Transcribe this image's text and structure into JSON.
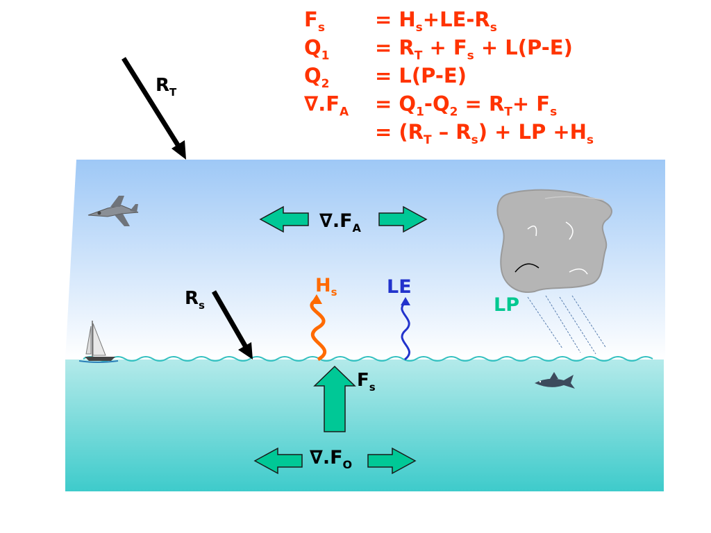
{
  "equations": [
    {
      "lhs": "F",
      "lhs_sub": "s",
      "rhs": [
        {
          "t": "= H"
        },
        {
          "t": "s",
          "sub": true
        },
        {
          "t": "+LE-R"
        },
        {
          "t": "s",
          "sub": true
        }
      ]
    },
    {
      "lhs": "Q",
      "lhs_sub": "1",
      "rhs": [
        {
          "t": "= R"
        },
        {
          "t": "T",
          "sub": true
        },
        {
          "t": " + F"
        },
        {
          "t": "s",
          "sub": true
        },
        {
          "t": " + L(P-E)"
        }
      ]
    },
    {
      "lhs": "Q",
      "lhs_sub": "2",
      "rhs": [
        {
          "t": "= L(P-E)"
        }
      ]
    },
    {
      "lhs": "∇.F",
      "lhs_sub": "A",
      "rhs": [
        {
          "t": "= Q"
        },
        {
          "t": "1",
          "sub": true
        },
        {
          "t": "-Q"
        },
        {
          "t": "2",
          "sub": true
        },
        {
          "t": " = R"
        },
        {
          "t": "T",
          "sub": true
        },
        {
          "t": "+ F"
        },
        {
          "t": "s",
          "sub": true
        }
      ]
    },
    {
      "lhs": "",
      "lhs_sub": "",
      "rhs": [
        {
          "t": "= (R"
        },
        {
          "t": "T",
          "sub": true
        },
        {
          "t": " – R"
        },
        {
          "t": "s",
          "sub": true
        },
        {
          "t": ") + LP +H"
        },
        {
          "t": "s",
          "sub": true
        }
      ]
    }
  ],
  "labels": {
    "rt": {
      "main": "R",
      "sub": "T"
    },
    "rs": {
      "main": "R",
      "sub": "s"
    },
    "hs": {
      "main": "H",
      "sub": "s"
    },
    "le": {
      "main": "LE"
    },
    "lp": {
      "main": "LP"
    },
    "fs": {
      "main": "F",
      "sub": "s"
    },
    "div_fa": {
      "main": "∇.F",
      "sub": "A"
    },
    "div_fo": {
      "main": "∇.F",
      "sub": "O"
    }
  },
  "colors": {
    "equation": "#ff3300",
    "arrow_green": "#00c896",
    "hs": "#ff6a00",
    "le": "#2233cc",
    "lp": "#00c890",
    "sky_top": "#9ec8f6",
    "sky_bottom": "#ffffff",
    "sea_top": "#b4eaea",
    "sea_bottom": "#3ecbcb",
    "cloud": "#b5b5b5"
  },
  "icons": [
    "jet-icon",
    "sailboat-icon",
    "shark-icon",
    "cloud-icon"
  ]
}
